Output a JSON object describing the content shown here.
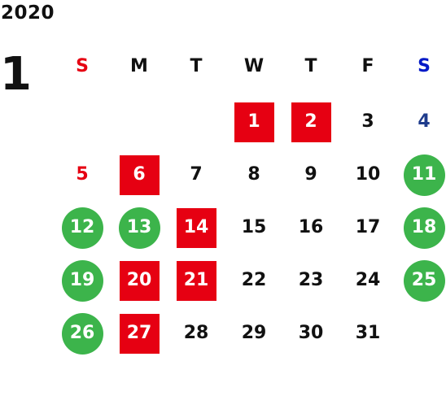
{
  "calendar": {
    "year": "2020",
    "month": "1",
    "weekdays": [
      {
        "label": "S",
        "color": "#e60012"
      },
      {
        "label": "M",
        "color": "#111111"
      },
      {
        "label": "T",
        "color": "#111111"
      },
      {
        "label": "W",
        "color": "#111111"
      },
      {
        "label": "T",
        "color": "#111111"
      },
      {
        "label": "F",
        "color": "#111111"
      },
      {
        "label": "S",
        "color": "#0019c7"
      }
    ],
    "colors": {
      "red_mark": "#e60012",
      "green_mark": "#3cb44b",
      "sunday_text": "#e60012",
      "saturday_text": "#1f3c8c",
      "default_text": "#111111",
      "mark_text": "#ffffff"
    },
    "days": [
      {
        "day": "1",
        "weekday": 3,
        "week": 0,
        "mark": "red"
      },
      {
        "day": "2",
        "weekday": 4,
        "week": 0,
        "mark": "red"
      },
      {
        "day": "3",
        "weekday": 5,
        "week": 0,
        "mark": "none"
      },
      {
        "day": "4",
        "weekday": 6,
        "week": 0,
        "mark": "none"
      },
      {
        "day": "5",
        "weekday": 0,
        "week": 1,
        "mark": "none"
      },
      {
        "day": "6",
        "weekday": 1,
        "week": 1,
        "mark": "red"
      },
      {
        "day": "7",
        "weekday": 2,
        "week": 1,
        "mark": "none"
      },
      {
        "day": "8",
        "weekday": 3,
        "week": 1,
        "mark": "none"
      },
      {
        "day": "9",
        "weekday": 4,
        "week": 1,
        "mark": "none"
      },
      {
        "day": "10",
        "weekday": 5,
        "week": 1,
        "mark": "none"
      },
      {
        "day": "11",
        "weekday": 6,
        "week": 1,
        "mark": "green"
      },
      {
        "day": "12",
        "weekday": 0,
        "week": 2,
        "mark": "green"
      },
      {
        "day": "13",
        "weekday": 1,
        "week": 2,
        "mark": "green"
      },
      {
        "day": "14",
        "weekday": 2,
        "week": 2,
        "mark": "red"
      },
      {
        "day": "15",
        "weekday": 3,
        "week": 2,
        "mark": "none"
      },
      {
        "day": "16",
        "weekday": 4,
        "week": 2,
        "mark": "none"
      },
      {
        "day": "17",
        "weekday": 5,
        "week": 2,
        "mark": "none"
      },
      {
        "day": "18",
        "weekday": 6,
        "week": 2,
        "mark": "green"
      },
      {
        "day": "19",
        "weekday": 0,
        "week": 3,
        "mark": "green"
      },
      {
        "day": "20",
        "weekday": 1,
        "week": 3,
        "mark": "red"
      },
      {
        "day": "21",
        "weekday": 2,
        "week": 3,
        "mark": "red"
      },
      {
        "day": "22",
        "weekday": 3,
        "week": 3,
        "mark": "none"
      },
      {
        "day": "23",
        "weekday": 4,
        "week": 3,
        "mark": "none"
      },
      {
        "day": "24",
        "weekday": 5,
        "week": 3,
        "mark": "none"
      },
      {
        "day": "25",
        "weekday": 6,
        "week": 3,
        "mark": "green"
      },
      {
        "day": "26",
        "weekday": 0,
        "week": 4,
        "mark": "green"
      },
      {
        "day": "27",
        "weekday": 1,
        "week": 4,
        "mark": "red"
      },
      {
        "day": "28",
        "weekday": 2,
        "week": 4,
        "mark": "none"
      },
      {
        "day": "29",
        "weekday": 3,
        "week": 4,
        "mark": "none"
      },
      {
        "day": "30",
        "weekday": 4,
        "week": 4,
        "mark": "none"
      },
      {
        "day": "31",
        "weekday": 5,
        "week": 4,
        "mark": "none"
      }
    ]
  }
}
